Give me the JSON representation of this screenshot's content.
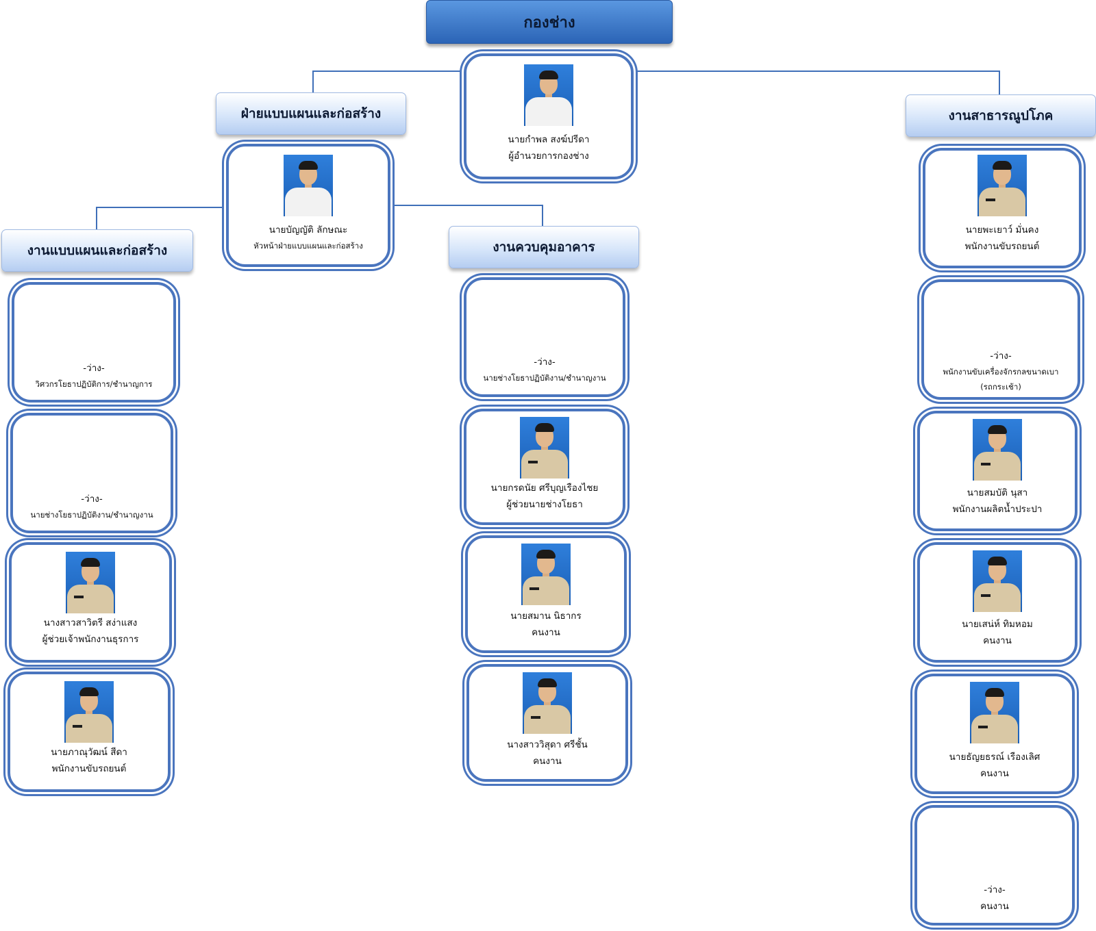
{
  "title": "กองช่าง",
  "director": {
    "name": "นายกำพล สงฆ์ปรีดา",
    "position": "ผู้อำนวยการกองช่าง"
  },
  "design_division": {
    "title": "ฝ่ายแบบแผนและก่อสร้าง",
    "head": {
      "name": "นายบัญญัติ ลักษณะ",
      "position": "หัวหน้าฝ่ายแบบแผนและก่อสร้าง"
    }
  },
  "design_work": {
    "title": "งานแบบแผนและก่อสร้าง",
    "staff": [
      {
        "name": "-ว่าง-",
        "position": "วิศวกรโยธาปฏิบัติการ/ชำนาญการ"
      },
      {
        "name": "-ว่าง-",
        "position": "นายช่างโยธาปฏิบัติงาน/ชำนาญงาน"
      },
      {
        "name": "นางสาวสาวิตรี สง่าแสง",
        "position": "ผู้ช่วยเจ้าพนักงานธุรการ"
      },
      {
        "name": "นายภาณุวัฒน์ สีดา",
        "position": "พนักงานขับรถยนต์"
      }
    ]
  },
  "building_control": {
    "title": "งานควบคุมอาคาร",
    "staff": [
      {
        "name": "-ว่าง-",
        "position": "นายช่างโยธาปฏิบัติงาน/ชำนาญงาน"
      },
      {
        "name": "นายกรดนัย ศรีบุญเรืองไชย",
        "position": "ผู้ช่วยนายช่างโยธา"
      },
      {
        "name": "นายสมาน นิธากร",
        "position": "คนงาน"
      },
      {
        "name": "นางสาววิสุดา ศรีชั้น",
        "position": "คนงาน"
      }
    ]
  },
  "utilities": {
    "title": "งานสาธารณูปโภค",
    "staff": [
      {
        "name": "นายพะเยาว์ มั่นคง",
        "position": "พนักงานขับรถยนต์"
      },
      {
        "name": "-ว่าง-",
        "position": "พนักงานขับเครื่องจักรกลขนาดเบา",
        "note": "(รถกระเช้า)"
      },
      {
        "name": "นายสมบัติ นุสา",
        "position": "พนักงานผลิตน้ำประปา"
      },
      {
        "name": "นายเสน่ห์ ทิมหอม",
        "position": "คนงาน"
      },
      {
        "name": "นายธัญยธรณ์ เรืองเลิศ",
        "position": "คนงาน"
      },
      {
        "name": "-ว่าง-",
        "position": "คนงาน"
      }
    ]
  },
  "colors": {
    "accent": "#2b64b6",
    "card_border": "#4a75be",
    "connector": "#3f6fb8"
  }
}
